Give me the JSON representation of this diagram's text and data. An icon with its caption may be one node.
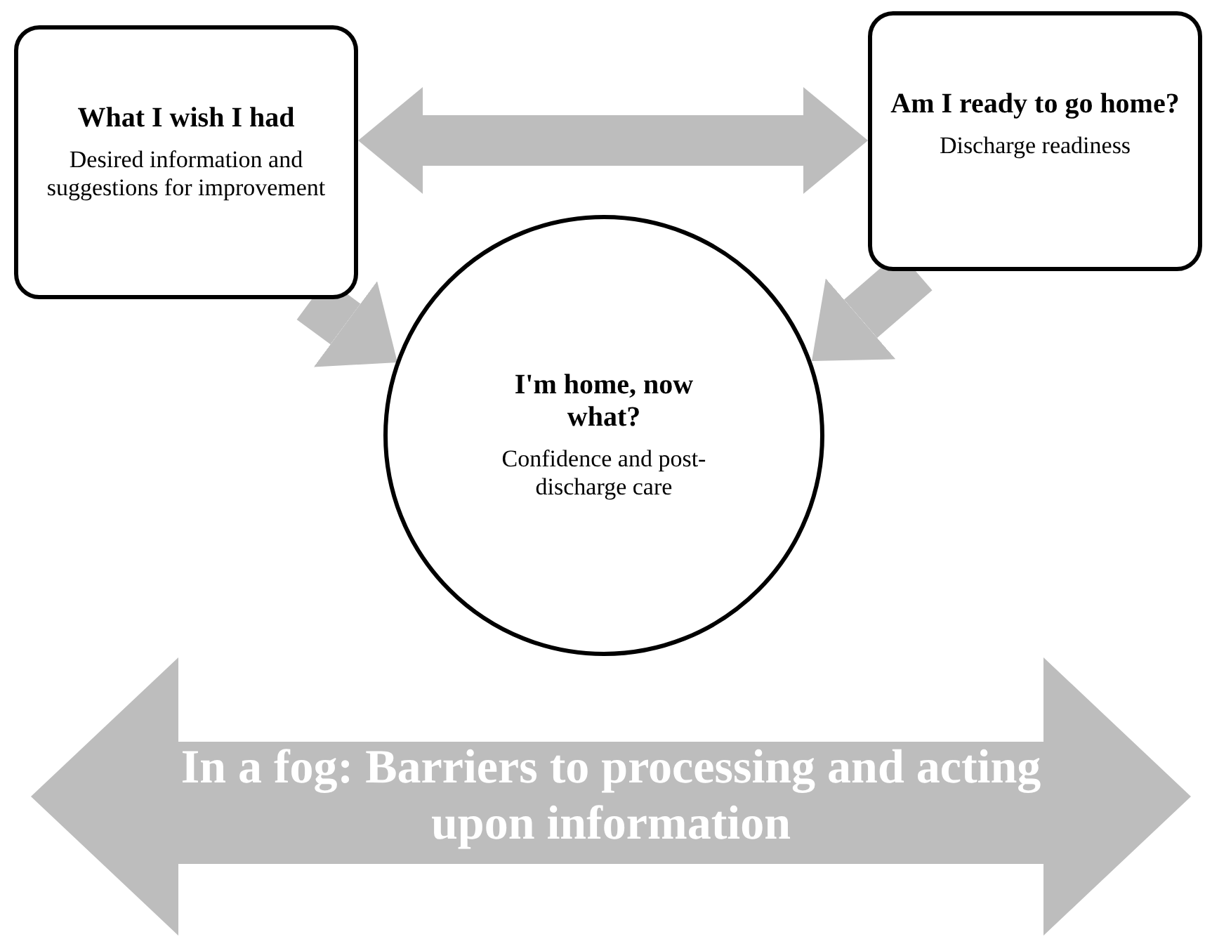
{
  "diagram": {
    "nodes": [
      {
        "text": [
          "What I wish I had",
          "Desired information and suggestions for improvement"
        ]
      },
      {
        "text": [
          "Am I ready to go home?",
          "Discharge readiness"
        ]
      },
      {
        "text": [
          "I'm home, now what?",
          "Confidence and post-discharge care"
        ]
      },
      {
        "text": [
          "In a fog: Barriers to processing and acting upon information"
        ]
      }
    ],
    "edges": [
      {
        "from": 0,
        "to": 1,
        "arrow": "both"
      },
      {
        "from": 0,
        "to": 2,
        "arrow": "to"
      },
      {
        "from": 1,
        "to": 2,
        "arrow": "to"
      }
    ]
  }
}
